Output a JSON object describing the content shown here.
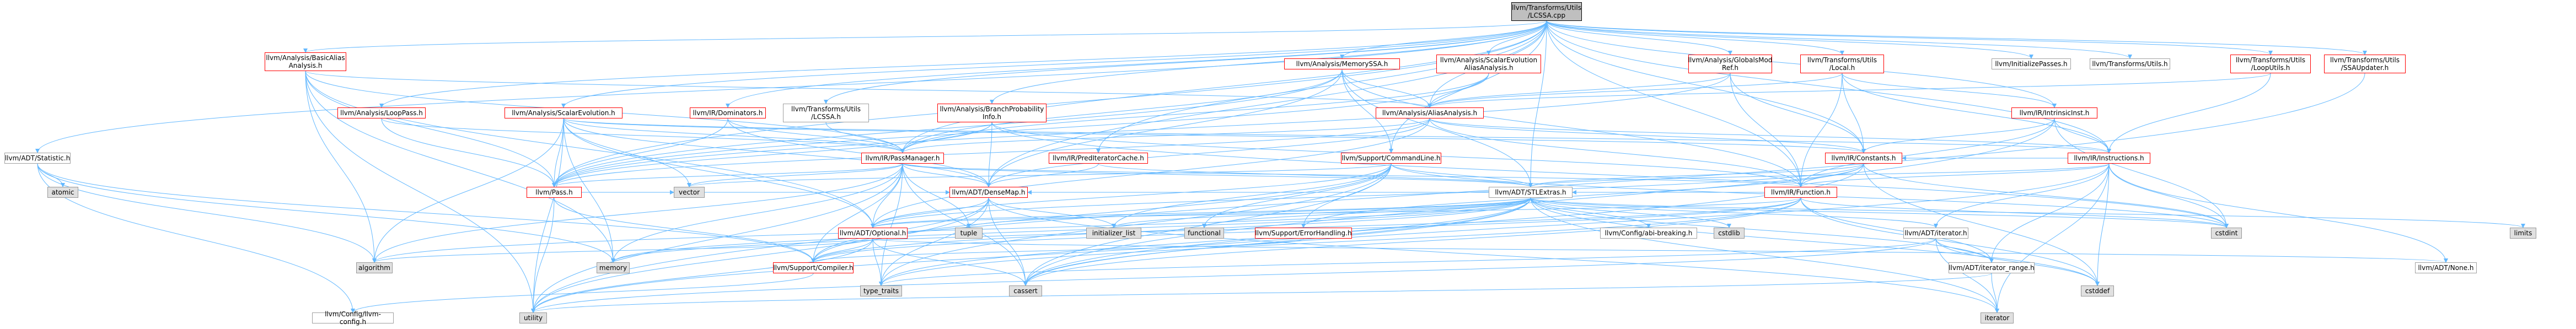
{
  "graph": {
    "root": "llvm/Transforms/Utils\n/LCSSA.cpp",
    "nodes": {
      "n0": "llvm/Transforms/Utils\n/LCSSA.cpp",
      "n1": "llvm/ADT/Statistic.h",
      "n2": "llvm/Analysis/BasicAlias\nAnalysis.h",
      "n3": "llvm/Analysis/LoopPass.h",
      "n4": "llvm/Analysis/ScalarEvolution.h",
      "n5": "llvm/Analysis/BranchProbability\nInfo.h",
      "n6": "llvm/Transforms/Utils\n/LCSSA.h",
      "n7": "llvm/IR/Dominators.h",
      "n8": "llvm/Analysis/MemorySSA.h",
      "n9": "llvm/Analysis/ScalarEvolution\nAliasAnalysis.h",
      "n10": "llvm/Analysis/AliasAnalysis.h",
      "n11": "llvm/Analysis/GlobalsMod\nRef.h",
      "n12": "llvm/Transforms/Utils\n/Local.h",
      "n13": "llvm/IR/IntrinsicInst.h",
      "n14": "llvm/InitializePasses.h",
      "n15": "llvm/Transforms/Utils.h",
      "n16": "llvm/Transforms/Utils\n/LoopUtils.h",
      "n17": "llvm/Transforms/Utils\n/SSAUpdater.h",
      "n18": "llvm/IR/PassManager.h",
      "n19": "llvm/IR/PredIteratorCache.h",
      "n20": "llvm/Support/CommandLine.h",
      "n21": "llvm/IR/Constants.h",
      "n22": "llvm/IR/Instructions.h",
      "n23": "llvm/Pass.h",
      "n24": "llvm/ADT/DenseMap.h",
      "n25": "llvm/ADT/STLExtras.h",
      "n26": "llvm/IR/Function.h",
      "n27": "llvm/ADT/Optional.h",
      "n28": "llvm/Support/ErrorHandling.h",
      "n29": "llvm/ADT/iterator.h",
      "n30": "llvm/Support/Compiler.h",
      "n31": "llvm/ADT/iterator_range.h",
      "n32": "llvm/ADT/None.h",
      "n33": "llvm/Config/llvm-config.h",
      "n34": "llvm/Config/abi-breaking.h",
      "n35": "atomic",
      "n36": "vector",
      "n37": "tuple",
      "n38": "initializer_list",
      "n39": "functional",
      "n40": "cstdint",
      "n41": "cstdlib",
      "n42": "limits",
      "n43": "algorithm",
      "n44": "memory",
      "n45": "type_traits",
      "n46": "cassert",
      "n47": "cstddef",
      "n48": "iterator",
      "n49": "utility"
    }
  },
  "colors": {
    "edge": "#63b8ff",
    "documented_border": "#ff0000",
    "plain_border": "#a0a0a0",
    "root_fill": "#bfbfbf",
    "system_fill": "#e0e0e0"
  }
}
